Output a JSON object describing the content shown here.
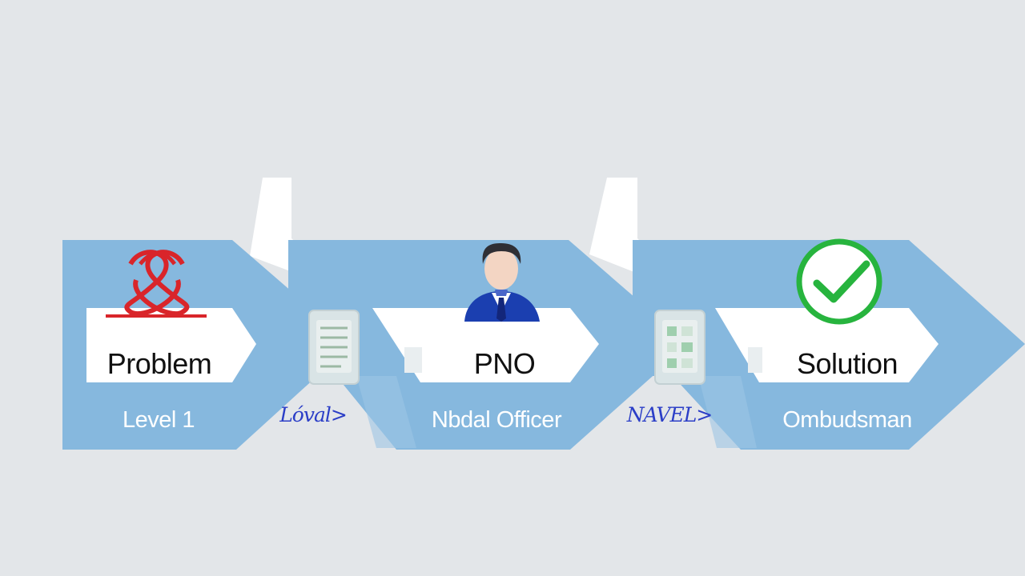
{
  "colors": {
    "background": "#e3e6e9",
    "arrow_blue": "#86b8de",
    "white_band": "#ffffff",
    "problem_icon": "#d9252a",
    "officer_suit": "#1b3fb0",
    "check_green": "#27b43e",
    "connector_text": "#2b3ec7"
  },
  "stages": [
    {
      "title": "Problem",
      "subtitle": "Level 1",
      "icon": "tangled-knot-icon"
    },
    {
      "title": "PNO",
      "subtitle": "Nbdal Officer",
      "icon": "officer-person-icon"
    },
    {
      "title": "Solution",
      "subtitle": "Ombudsman",
      "icon": "check-circle-icon"
    }
  ],
  "connectors": [
    {
      "label": "Lóval>",
      "icon": "document-icon"
    },
    {
      "label": "NAVEL>",
      "icon": "document-icon"
    }
  ]
}
